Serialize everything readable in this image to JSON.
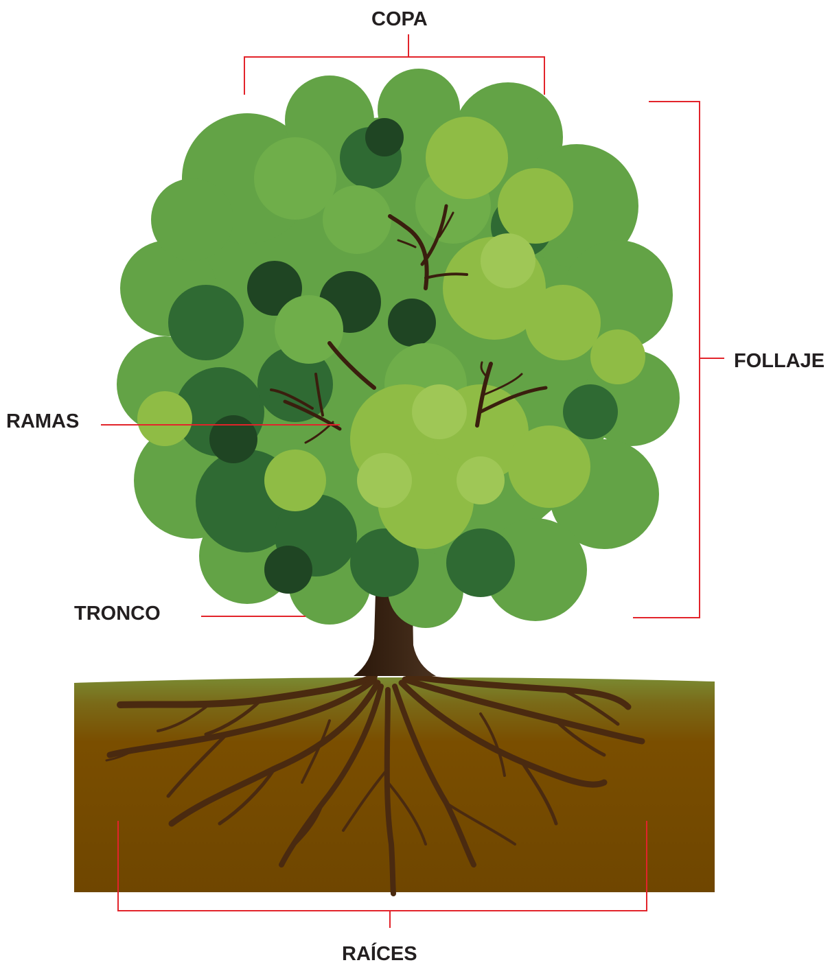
{
  "labels": {
    "copa": "COPA",
    "follaje": "FOLLAJE",
    "ramas": "RAMAS",
    "tronco": "TRONCO",
    "raices": "RAÍCES"
  },
  "colors": {
    "leader_line": "#e2232a",
    "label_text": "#231f20",
    "soil_top": "#7a8a32",
    "soil": "#7a4e00",
    "trunk": "#3b2412",
    "root": "#4a2a10",
    "leaf_light": "#8fbc45",
    "leaf_mid": "#63a346",
    "leaf_dark": "#2f6a33",
    "leaf_darkest": "#1f4523"
  },
  "icons": [
    "tree-illustration",
    "soil-block",
    "root-system"
  ]
}
